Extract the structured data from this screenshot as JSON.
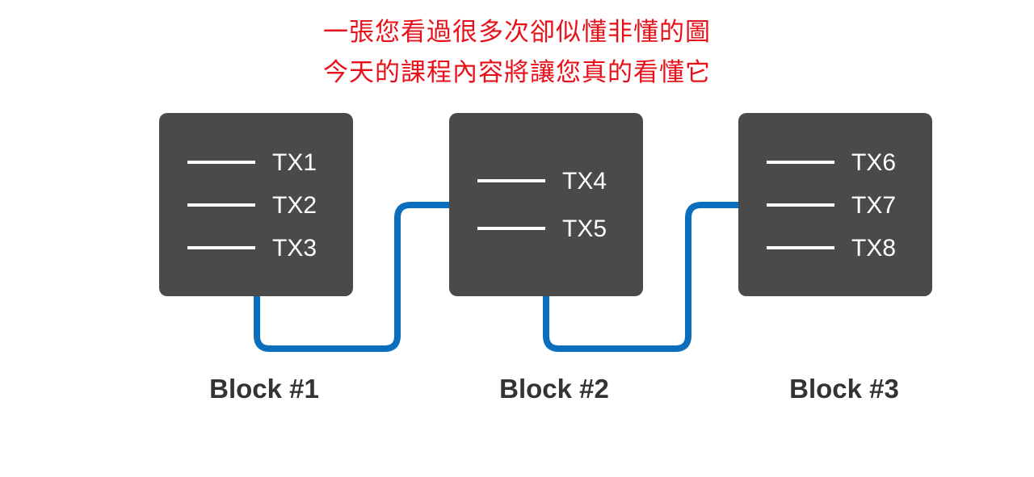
{
  "title": {
    "line1": "一張您看過很多次卻似懂非懂的圖",
    "line2": "今天的課程內容將讓您真的看懂它"
  },
  "colors": {
    "title": "#e8111a",
    "block_fill": "#4a4a4a",
    "chain_link": "#0a6ebd",
    "label": "#333333"
  },
  "blocks": [
    {
      "label": "Block #1",
      "transactions": [
        "TX1",
        "TX2",
        "TX3"
      ]
    },
    {
      "label": "Block #2",
      "transactions": [
        "TX4",
        "TX5"
      ]
    },
    {
      "label": "Block #3",
      "transactions": [
        "TX6",
        "TX7",
        "TX8"
      ]
    }
  ]
}
